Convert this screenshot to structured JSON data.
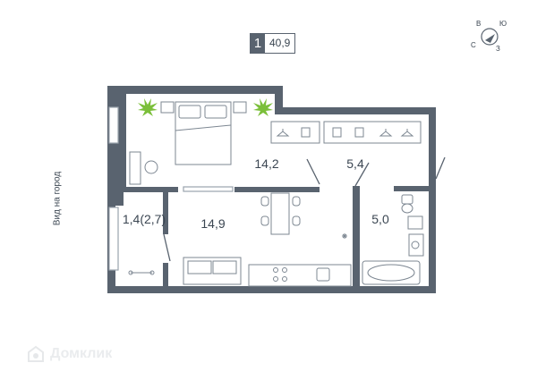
{
  "unit": {
    "rooms": "1",
    "total_area": "40,9"
  },
  "compass": {
    "north": "С",
    "east": "В",
    "south": "Ю",
    "west": "З"
  },
  "view_label": "Вид на город",
  "rooms": {
    "bedroom": "14,2",
    "hallway": "5,4",
    "balcony": "1,4(2,7)",
    "kitchen_living": "14,9",
    "bathroom": "5,0"
  },
  "watermark": "Домклик",
  "colors": {
    "wall": "#59636f",
    "text": "#3b4652",
    "furniture": "#7d8792",
    "plant": "#7bbf3a"
  }
}
